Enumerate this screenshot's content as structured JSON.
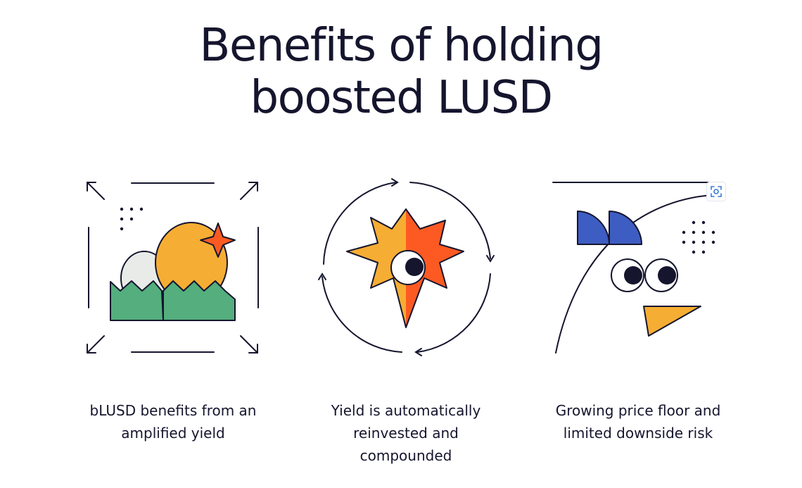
{
  "heading": {
    "line1": "Benefits of holding",
    "line2": "boosted LUSD"
  },
  "benefits": [
    {
      "caption_line1": "bLUSD benefits from an",
      "caption_line2": "amplified yield",
      "icon": "egg-in-grass-icon"
    },
    {
      "caption_line1": "Yield is automatically",
      "caption_line2": "reinvested and",
      "caption_line3": "compounded",
      "icon": "compounding-star-icon"
    },
    {
      "caption_line1": "Growing price floor and",
      "caption_line2": "limited downside risk",
      "icon": "bird-face-icon"
    }
  ],
  "colors": {
    "ink": "#15152e",
    "orange": "#f6ad33",
    "red": "#fc5a22",
    "green": "#54ae7d",
    "blue": "#3e5dc2",
    "egg_grey": "#e8ebe7"
  }
}
